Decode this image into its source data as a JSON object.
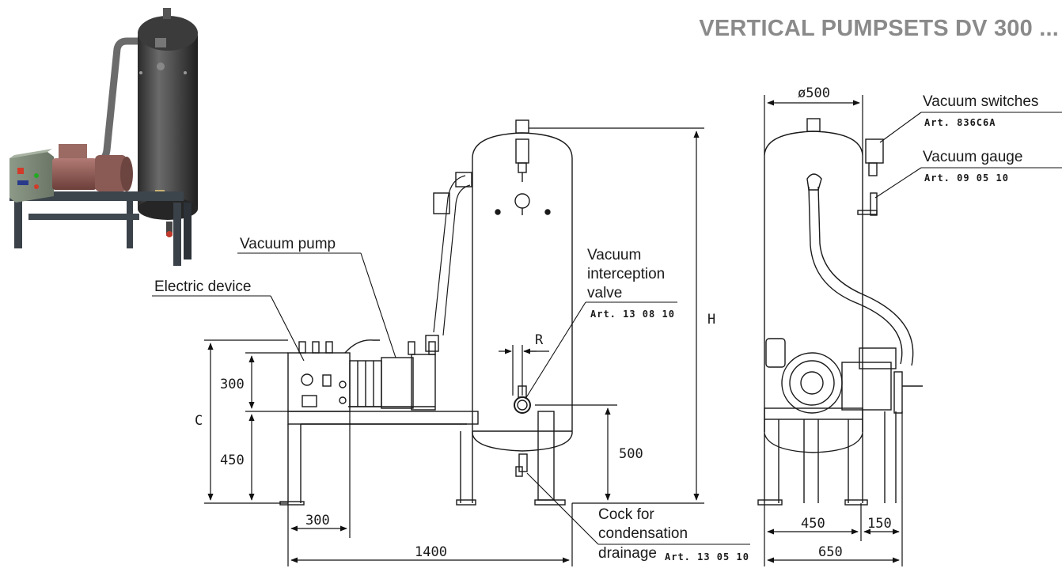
{
  "title": "VERTICAL PUMPSETS DV 300 ...",
  "labels": {
    "vacuum_pump": "Vacuum pump",
    "electric_device": "Electric device",
    "vacuum_valve_line1": "Vacuum",
    "vacuum_valve_line2": "interception",
    "vacuum_valve_line3": "valve",
    "vacuum_valve_art": "Art. 13 08 10",
    "vacuum_switches": "Vacuum switches",
    "vacuum_switches_art": "Art. 836C6A",
    "vacuum_gauge": "Vacuum gauge",
    "vacuum_gauge_art": "Art. 09 05 10",
    "cock_line1": "Cock for",
    "cock_line2": "condensation",
    "cock_line3": "drainage",
    "cock_art": "Art. 13 05 10"
  },
  "dimensions": {
    "d300_upper": "300",
    "d450_lower": "450",
    "c": "C",
    "d300_base": "300",
    "d1400": "1400",
    "r": "R",
    "d500": "500",
    "h": "H",
    "diameter": "ø500",
    "d450_side": "450",
    "d150_side": "150",
    "d650_side": "650"
  }
}
